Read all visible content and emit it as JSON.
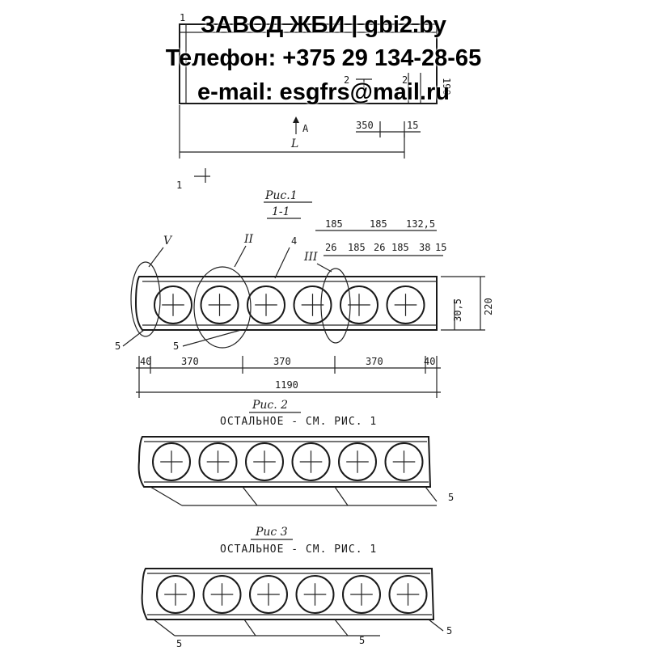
{
  "watermark": {
    "line1": "ЗАВОД ЖБИ | gbi2.by",
    "line2": "Телефон: +375 29 134-28-65",
    "line3": "e-mail: esgfrs@mail.ru"
  },
  "top_view": {
    "marks": [
      "1",
      "1",
      "2",
      "2"
    ],
    "dim_190": "190",
    "dim_350": "350",
    "dim_15": "15",
    "view_label": "A",
    "length_label": "L",
    "section_mark": "1"
  },
  "fig1": {
    "title": "Рис.1",
    "section": "1-1",
    "callouts": {
      "v": "V",
      "ii": "II",
      "iii": "III",
      "n4": "4",
      "n5a": "5",
      "n5b": "5"
    },
    "top_dims_row1": [
      "185",
      "185",
      "132,5"
    ],
    "top_dims_row2": [
      "26",
      "185",
      "26",
      "185",
      "38",
      "15"
    ],
    "right_dims": [
      "30,5",
      "220"
    ],
    "bottom_dims": [
      "40",
      "370",
      "370",
      "370",
      "40"
    ],
    "total": "1190"
  },
  "fig2": {
    "title": "Рис. 2",
    "note": "ОСТАЛЬНОЕ - СМ. РИС. 1",
    "label": "5"
  },
  "fig3": {
    "title": "Рис 3",
    "note": "ОСТАЛЬНОЕ - СМ. РИС. 1",
    "labels": [
      "5",
      "5",
      "5"
    ]
  }
}
